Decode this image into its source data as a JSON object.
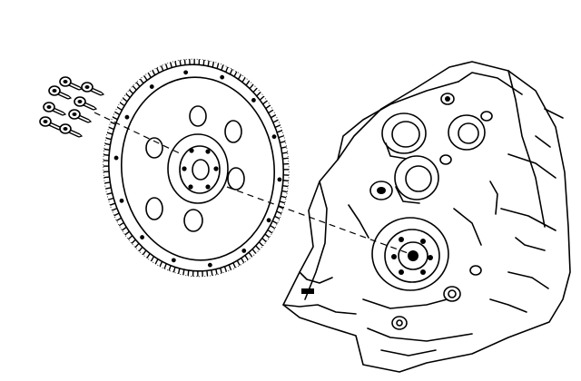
{
  "diagram": {
    "line_color": "#000000",
    "background": "#ffffff",
    "parts": [
      {
        "id": "bolts",
        "icon": "flywheel-bolt-set",
        "count": 8
      },
      {
        "id": "flexplate",
        "icon": "flexplate-ring-gear",
        "bolt_holes": 6,
        "large_cutouts": 6
      },
      {
        "id": "crankshaft-flange",
        "icon": "crankshaft-flange"
      },
      {
        "id": "engine-block",
        "icon": "engine-block-rear"
      }
    ]
  }
}
